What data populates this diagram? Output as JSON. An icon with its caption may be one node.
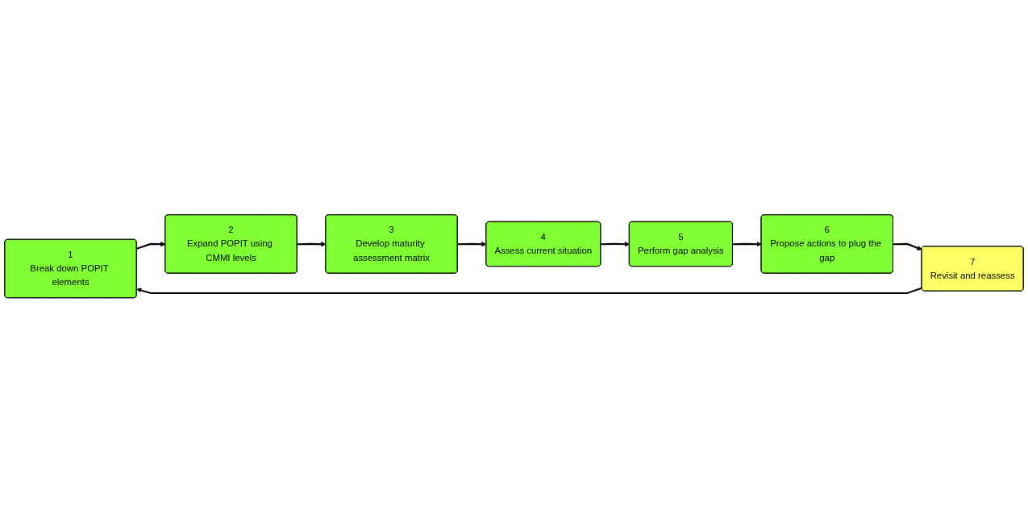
{
  "diagram": {
    "nodes": [
      {
        "text": [
          "1",
          "Break down POPIT elements"
        ]
      },
      {
        "text": [
          "2",
          "Expand POPIT using CMMI levels"
        ]
      },
      {
        "text": [
          "3",
          "Develop maturity assessment matrix"
        ]
      },
      {
        "text": [
          "4",
          "Assess current situation"
        ]
      },
      {
        "text": [
          "5",
          "Perform gap analysis"
        ]
      },
      {
        "text": [
          "6",
          "Propose actions to plug the gap"
        ]
      },
      {
        "text": [
          "7",
          "Revisit and reassess"
        ]
      }
    ],
    "edges": [
      {
        "from": 0,
        "to": 1,
        "arrow": "to"
      },
      {
        "from": 1,
        "to": 2,
        "arrow": "to"
      },
      {
        "from": 2,
        "to": 3,
        "arrow": "to"
      },
      {
        "from": 3,
        "to": 4,
        "arrow": "to"
      },
      {
        "from": 4,
        "to": 5,
        "arrow": "to"
      },
      {
        "from": 5,
        "to": 6,
        "arrow": "to"
      },
      {
        "from": 6,
        "to": 0,
        "arrow": "to"
      }
    ]
  }
}
